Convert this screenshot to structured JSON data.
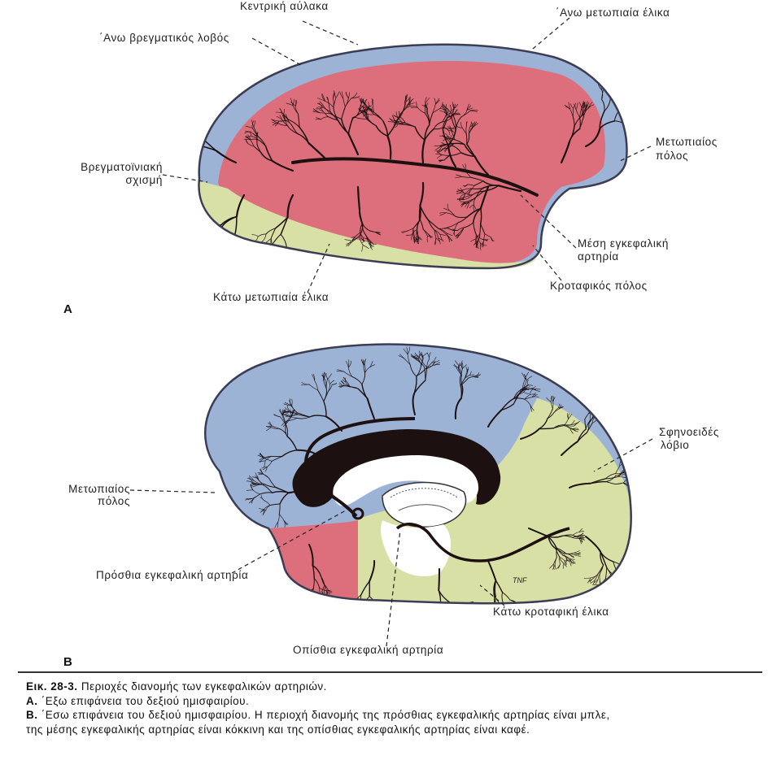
{
  "panel_a": {
    "letter": "A",
    "labels": {
      "central_sulcus": "Κεντρική αύλακα",
      "superior_frontal_gyrus": "΄Ανω μετωπιαία έλικα",
      "superior_parietal_lobule": "΄Ανω βρεγματικός λοβός",
      "frontal_pole": [
        "Μετωπιαίος",
        "πόλος"
      ],
      "parieto_occipital_fissure": [
        "Βρεγματοϊνιακή",
        "σχισμή"
      ],
      "middle_cerebral_artery": [
        "Μέση εγκεφαλική",
        "αρτηρία"
      ],
      "temporal_pole": "Κροταφικός πόλος",
      "inferior_frontal_gyrus": "Κάτω μετωπιαία έλικα"
    }
  },
  "panel_b": {
    "letter": "B",
    "labels": {
      "cuneus": [
        "Σφηνοειδές",
        "λόβιο"
      ],
      "frontal_pole": [
        "Μετωπιαίος",
        "πόλος"
      ],
      "anterior_cerebral_artery": "Πρόσθια εγκεφαλική αρτηρία",
      "inferior_temporal_gyrus": "Κάτω κροταφική έλικα",
      "posterior_cerebral_artery": "Οπίσθια εγκεφαλική αρτηρία",
      "signature": "TNF"
    }
  },
  "colors": {
    "anterior_territory": "#9cb3d6",
    "middle_territory": "#dc6f7b",
    "posterior_territory": "#d8e0a6",
    "vessels": "#1c1010"
  },
  "caption": {
    "title_prefix": "Εικ. 28-3.",
    "title_text": "Περιοχές διανομής των εγκεφαλικών αρτηριών.",
    "a_prefix": "A.",
    "a_text": "΄Εξω επιφάνεια του δεξιού ημισφαιρίου.",
    "b_prefix": "B.",
    "b_text": "΄Εσω επιφάνεια του δεξιού ημισφαιρίου. Η περιοχή διανομής της πρόσθιας εγκεφαλικής αρτηρίας είναι μπλε,",
    "b_text_cont": "της μέσης εγκεφαλικής αρτηρίας είναι κόκκινη και της οπίσθιας εγκεφαλικής αρτηρίας είναι καφέ."
  }
}
